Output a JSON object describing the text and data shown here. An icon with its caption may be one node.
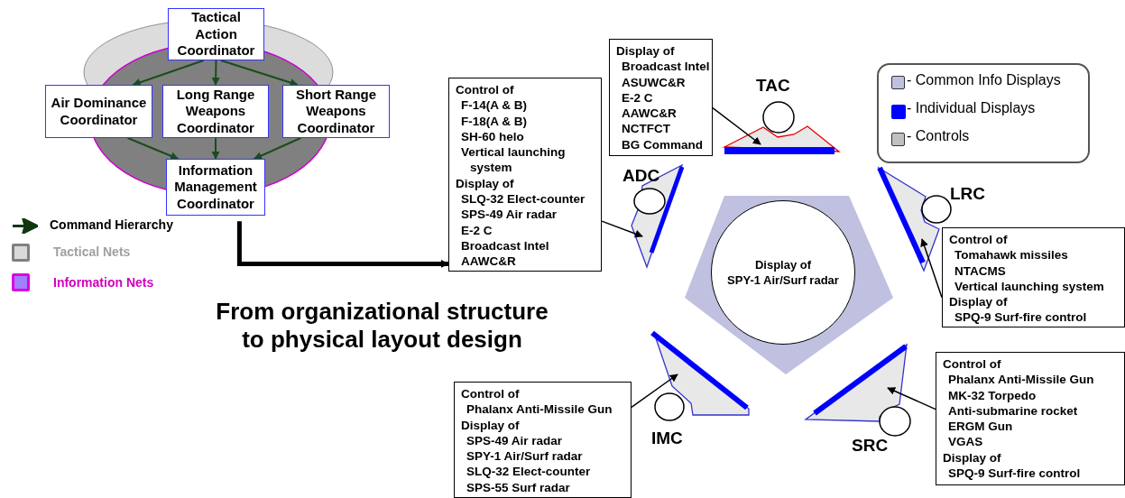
{
  "diagram": {
    "nodes": [
      {
        "text": [
          "Tactical Action Coordinator"
        ]
      },
      {
        "text": [
          "Air Dominance Coordinator"
        ]
      },
      {
        "text": [
          "Long Range Weapons Coordinator"
        ]
      },
      {
        "text": [
          "Short Range Weapons Coordinator"
        ]
      },
      {
        "text": [
          "Information Management Coordinator"
        ]
      },
      {
        "text": [
          "Control of",
          "F-14(A & B)",
          "F-18(A & B)",
          "SH-60 helo",
          "Vertical launching system",
          "Display of",
          "SLQ-32 Elect-counter",
          "SPS-49 Air radar",
          "E-2 C",
          "Broadcast Intel",
          "AAWC&R"
        ]
      },
      {
        "text": [
          "Display of",
          "Broadcast Intel",
          "ASUWC&R",
          "E-2 C",
          "AAWC&R",
          "NCTFCT",
          "BG Command"
        ]
      },
      {
        "text": [],
        "shape": "triangle",
        "beside": [
          "TAC"
        ]
      },
      {
        "text": [],
        "shape": "triangle",
        "beside": [
          "ADC"
        ]
      },
      {
        "text": [],
        "shape": "pentagon"
      },
      {
        "text": [
          "Display of",
          "SPY-1 Air/Surf radar"
        ],
        "in": 9
      },
      {
        "text": [],
        "shape": "triangle",
        "beside": [
          "LRC"
        ]
      },
      {
        "text": [
          "Control of",
          "Tomahawk missiles",
          "NTACMS",
          "Vertical launching system",
          "Display of",
          "SPQ-9 Surf-fire control"
        ]
      },
      {
        "text": [],
        "shape": "triangle",
        "beside": [
          "IMC"
        ]
      },
      {
        "text": [
          "Control of",
          "Phalanx Anti-Missile Gun",
          "Display of",
          "SPS-49 Air radar",
          "SPY-1 Air/Surf radar",
          "SLQ-32 Elect-counter",
          "SPS-55 Surf radar"
        ]
      },
      {
        "text": [],
        "shape": "triangle",
        "beside": [
          "SRC"
        ]
      },
      {
        "text": [
          "Control of",
          "Phalanx Anti-Missile Gun",
          "MK-32 Torpedo",
          "Anti-submarine rocket",
          "ERGM Gun",
          "VGAS",
          "Display of",
          "SPQ-9 Surf-fire control"
        ]
      }
    ],
    "edges": [
      {
        "from": 0,
        "to": 1,
        "arrow": "to",
        "color": "#1a4d1a"
      },
      {
        "from": 0,
        "to": 2,
        "arrow": "to",
        "color": "#1a4d1a"
      },
      {
        "from": 0,
        "to": 3,
        "arrow": "to",
        "color": "#1a4d1a"
      },
      {
        "from": 1,
        "to": 4,
        "arrow": "to",
        "color": "#1a4d1a"
      },
      {
        "from": 2,
        "to": 4,
        "arrow": "to",
        "color": "#1a4d1a"
      },
      {
        "from": 3,
        "to": 4,
        "arrow": "to",
        "color": "#1a4d1a"
      },
      {
        "from": 4,
        "to": 5,
        "arrow": "to",
        "style": "thick",
        "label": "From organizational structure to physical layout design"
      },
      {
        "from": 5,
        "to": 8,
        "arrow": "to"
      },
      {
        "from": 6,
        "to": 7,
        "arrow": "to"
      },
      {
        "from": 12,
        "to": 11,
        "arrow": "to"
      },
      {
        "from": 16,
        "to": 15,
        "arrow": "to"
      },
      {
        "from": 14,
        "to": 13,
        "arrow": "to"
      }
    ],
    "legend": [
      {
        "text": "Command Hierarchy"
      },
      {
        "text": "Tactical Nets",
        "color": "#d9d9d9"
      },
      {
        "text": "Information Nets",
        "color": "#9f80ff"
      },
      {
        "text": "- Common Info Displays",
        "color": "#c0c0e0"
      },
      {
        "text": "- Individual Displays",
        "color": "#0000ff"
      },
      {
        "text": "- Controls",
        "color": "#c0c0c0"
      }
    ]
  }
}
